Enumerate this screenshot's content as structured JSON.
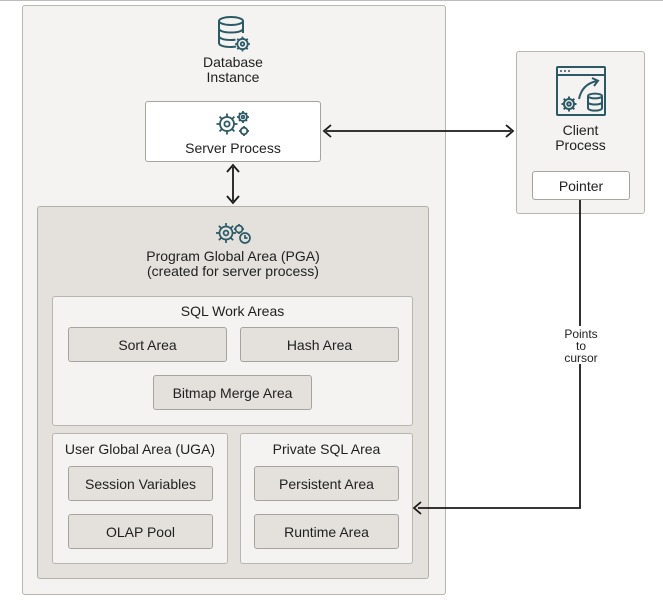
{
  "database_instance": {
    "label_line1": "Database",
    "label_line2": "Instance",
    "icon": "database-gear-icon"
  },
  "server_process": {
    "label": "Server Process",
    "icon": "gears-icon"
  },
  "client_process": {
    "label_line1": "Client",
    "label_line2": "Process",
    "icon": "client-window-icon",
    "pointer_label": "Pointer"
  },
  "pga": {
    "title_line1": "Program Global Area (PGA)",
    "title_line2": "(created for server process)",
    "icon": "gears-clock-icon"
  },
  "sql_work_areas": {
    "title": "SQL Work Areas",
    "sort_area": "Sort Area",
    "hash_area": "Hash Area",
    "bitmap_merge_area": "Bitmap Merge Area"
  },
  "uga": {
    "title": "User Global Area (UGA)",
    "session_variables": "Session Variables",
    "olap_pool": "OLAP Pool"
  },
  "private_sql_area": {
    "title": "Private SQL Area",
    "persistent_area": "Persistent Area",
    "runtime_area": "Runtime Area"
  },
  "annotation": {
    "line1": "Points",
    "line2": "to",
    "line3": "cursor"
  },
  "colors": {
    "icon_teal": "#2b5a66",
    "arrow": "#1a1a1a",
    "outer_panel": "#f4f3f1",
    "inner_panel": "#e4e1dc"
  }
}
